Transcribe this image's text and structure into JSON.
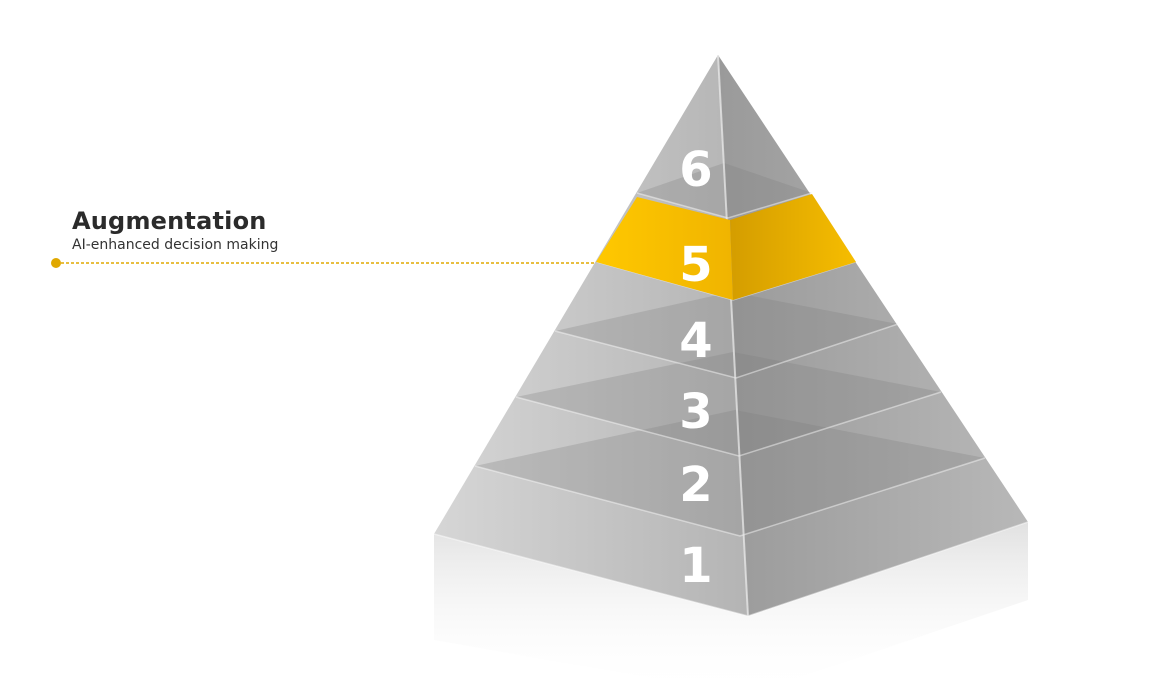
{
  "callout": {
    "title": "Augmentation",
    "subtitle": "AI-enhanced decision making",
    "level": 5
  },
  "levels": [
    "1",
    "2",
    "3",
    "4",
    "5",
    "6"
  ],
  "colors": {
    "highlight": "#f5b800",
    "highlight_dark": "#d8a000",
    "pyramid_light": "#c9c9c9",
    "pyramid_mid": "#a3a3a3",
    "pyramid_dark": "#8a8a8a",
    "connector": "#e0a800"
  }
}
